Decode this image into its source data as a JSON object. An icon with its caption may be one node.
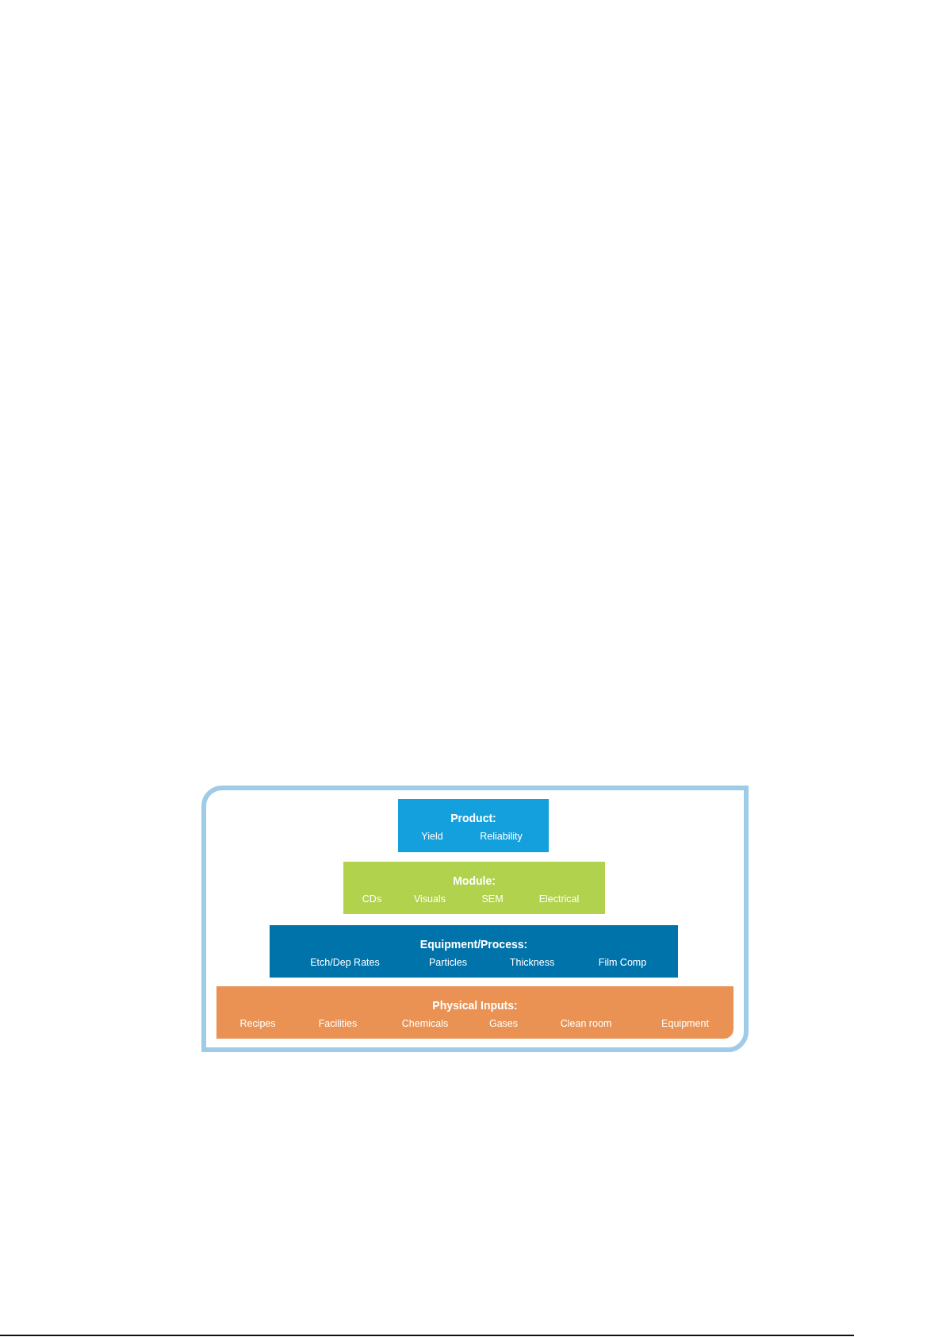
{
  "diagram": {
    "nodes": [
      {
        "text": [],
        "shape": "box"
      },
      {
        "text": [
          "Product:",
          "Yield",
          "Reliability"
        ],
        "in": 0
      },
      {
        "text": [
          "Module:",
          "CDs",
          "Visuals",
          "SEM",
          "Electrical"
        ],
        "in": 0
      },
      {
        "text": [
          "Equipment/Process:",
          "Etch/Dep Rates",
          "Particles",
          "Thickness",
          "Film Comp"
        ],
        "in": 0
      },
      {
        "text": [
          "Physical Inputs:",
          "Recipes",
          "Facilities",
          "Chemicals",
          "Gases",
          "Clean room",
          "Equipment"
        ],
        "in": 0
      }
    ]
  }
}
